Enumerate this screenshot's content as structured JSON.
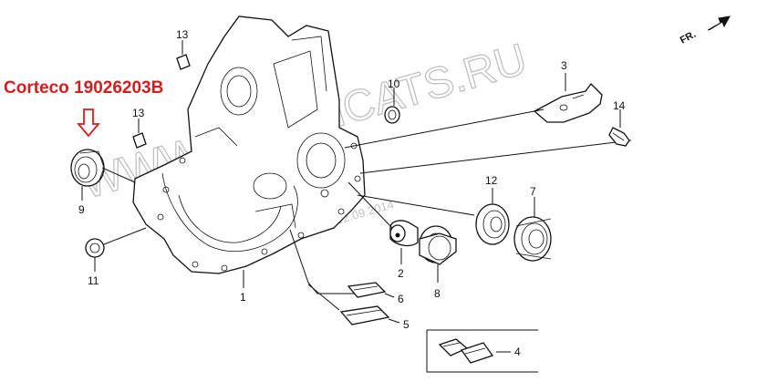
{
  "callout": {
    "text": "Corteco 19026203B",
    "color": "#d41e1e",
    "arrow_color": "#d41e1e"
  },
  "watermark": {
    "text": "WWW.JAPANCATS.RU",
    "date": "22.09.2014"
  },
  "direction": {
    "label": "FR."
  },
  "parts": [
    {
      "id": "p1",
      "label": "1"
    },
    {
      "id": "p2",
      "label": "2"
    },
    {
      "id": "p3",
      "label": "3"
    },
    {
      "id": "p4",
      "label": "4"
    },
    {
      "id": "p5",
      "label": "5"
    },
    {
      "id": "p6",
      "label": "6"
    },
    {
      "id": "p7",
      "label": "7"
    },
    {
      "id": "p8",
      "label": "8"
    },
    {
      "id": "p9",
      "label": "9"
    },
    {
      "id": "p10",
      "label": "10"
    },
    {
      "id": "p11",
      "label": "11"
    },
    {
      "id": "p12",
      "label": "12"
    },
    {
      "id": "p13a",
      "label": "13"
    },
    {
      "id": "p13b",
      "label": "13"
    },
    {
      "id": "p14",
      "label": "14"
    }
  ]
}
